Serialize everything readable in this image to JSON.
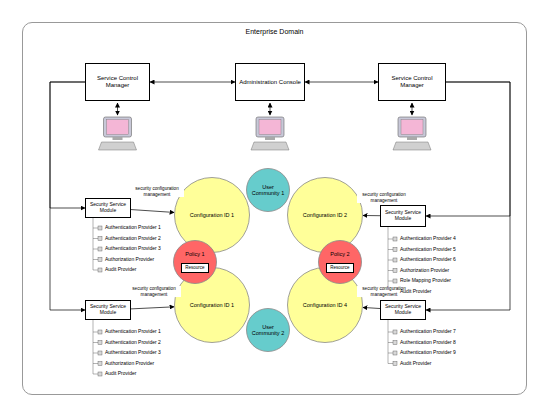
{
  "diagram": {
    "nodes": [
      {
        "text": [
          "Enterprise Domain"
        ]
      },
      {
        "text": [
          "Service Control Manager"
        ],
        "in": 0
      },
      {
        "text": [
          "Administration Console"
        ],
        "in": 0
      },
      {
        "text": [
          "Service Control Manager"
        ],
        "in": 0
      },
      {
        "text": [
          "Security Service Module"
        ],
        "in": 0
      },
      {
        "text": [
          "Configuration ID 1"
        ],
        "in": 0
      },
      {
        "text": [
          "User Community 1"
        ],
        "in": 0
      },
      {
        "text": [
          "Configuration ID 2"
        ],
        "in": 0
      },
      {
        "text": [
          "Security Service Module"
        ],
        "in": 0
      },
      {
        "text": [
          "Policy 1"
        ],
        "in": 0
      },
      {
        "text": [
          "Resource"
        ],
        "in": 9
      },
      {
        "text": [
          "Policy 2"
        ],
        "in": 0
      },
      {
        "text": [
          "Resource"
        ],
        "in": 11
      },
      {
        "text": [
          "Security Service Module"
        ],
        "in": 0
      },
      {
        "text": [
          "Configuration ID 1"
        ],
        "in": 0
      },
      {
        "text": [
          "User Community 2"
        ],
        "in": 0
      },
      {
        "text": [
          "Configuration ID 4"
        ],
        "in": 0
      },
      {
        "text": [
          "Security Service Module"
        ],
        "in": 0
      }
    ],
    "edges": [
      {
        "from": 2,
        "to": 1,
        "arrow": "both"
      },
      {
        "from": 2,
        "to": 3,
        "arrow": "both"
      },
      {
        "from": 1,
        "to": 4,
        "arrow": "to"
      },
      {
        "from": 1,
        "to": 13,
        "arrow": "to"
      },
      {
        "from": 3,
        "to": 8,
        "arrow": "to"
      },
      {
        "from": 3,
        "to": 17,
        "arrow": "to"
      },
      {
        "from": 4,
        "to": 5,
        "arrow": "to",
        "label": "security configuration management"
      },
      {
        "from": 8,
        "to": 7,
        "arrow": "to",
        "label": "security configuration management"
      },
      {
        "from": 13,
        "to": 14,
        "arrow": "to",
        "label": "security configuration management"
      },
      {
        "from": 17,
        "to": 16,
        "arrow": "to",
        "label": "security configuration management"
      }
    ],
    "labels": [
      "Authentication Provider 1",
      "Authentication Provider 2",
      "Authentication Provider 3",
      "Authorization Provider",
      "Audit Provider",
      "Authentication Provider 4",
      "Authentication Provider 5",
      "Authentication Provider 6",
      "Authorization Provider",
      "Role Mapping Provider",
      "Audit Provider",
      "Authentication Provider 1",
      "Authentication Provider 2",
      "Authentication Provider 3",
      "Authorization Provider",
      "Audit Provider",
      "Authentication Provider 7",
      "Authentication Provider 8",
      "Authentication Provider 9",
      "Audit Provider"
    ]
  }
}
